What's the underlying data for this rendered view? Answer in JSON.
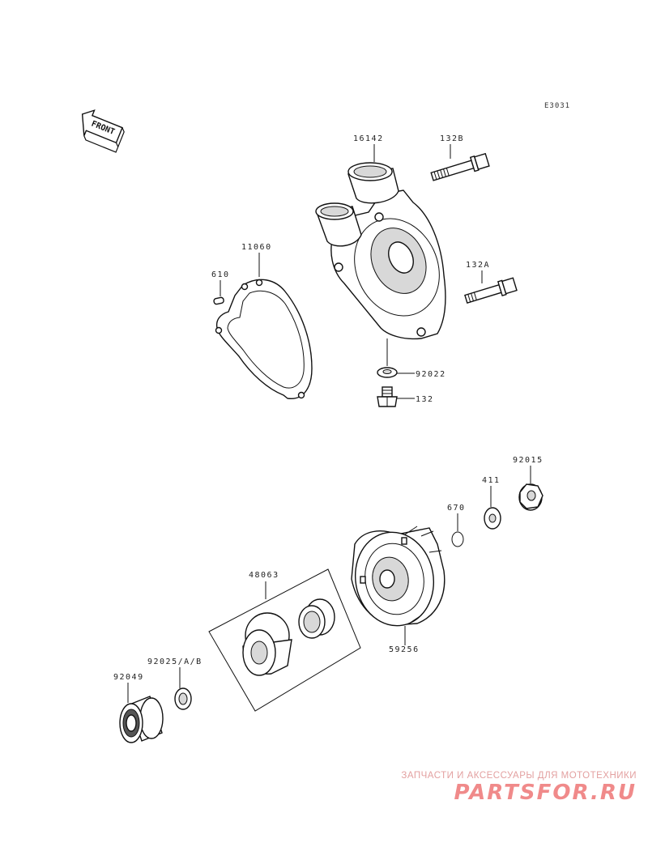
{
  "diagram": {
    "code": "E3031",
    "front_label": "FRONT"
  },
  "parts": {
    "p16142": "16142",
    "p132B": "132B",
    "p11060": "11060",
    "p610": "610",
    "p132A": "132A",
    "p92022": "92022",
    "p132": "132",
    "p92015": "92015",
    "p411": "411",
    "p670": "670",
    "p48063": "48063",
    "p59256": "59256",
    "p92025": "92025/A/B",
    "p92049": "92049"
  },
  "watermark": {
    "subtitle": "ЗАПЧАСТИ И АКСЕССУАРЫ ДЛЯ МОТОТЕХНИКИ",
    "brand": "PARTSFOR.RU"
  }
}
